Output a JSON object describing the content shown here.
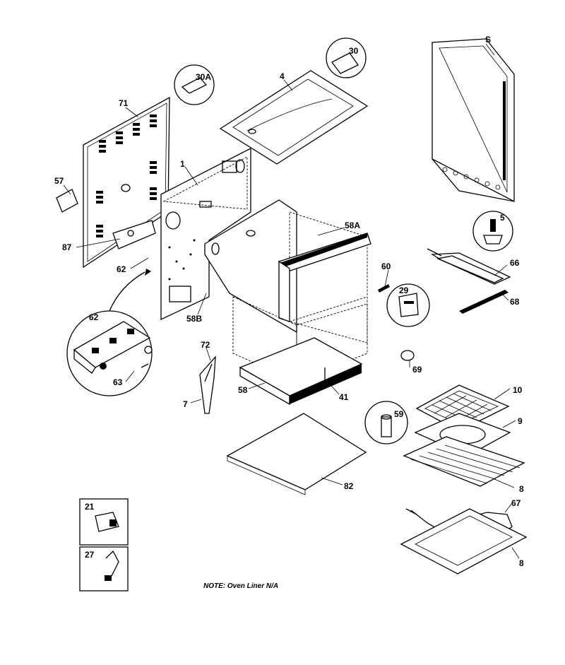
{
  "callouts": {
    "c71": "71",
    "c57": "57",
    "c1": "1",
    "c87": "87",
    "c62a": "62",
    "c62b": "62",
    "c63": "63",
    "c30A": "30A",
    "c4": "4",
    "c30": "30",
    "cS": "S",
    "c5": "5",
    "c58A": "58A",
    "c66": "66",
    "c60": "60",
    "c68": "68",
    "c29": "29",
    "c58B": "58B",
    "c72": "72",
    "c69": "69",
    "c58": "58",
    "c41": "41",
    "c7": "7",
    "c10": "10",
    "c59": "59",
    "c9": "9",
    "c82": "82",
    "c8a": "8",
    "c67": "67",
    "c8b": "8",
    "c21": "21",
    "c27": "27"
  },
  "note": "NOTE:  Oven Liner N/A"
}
